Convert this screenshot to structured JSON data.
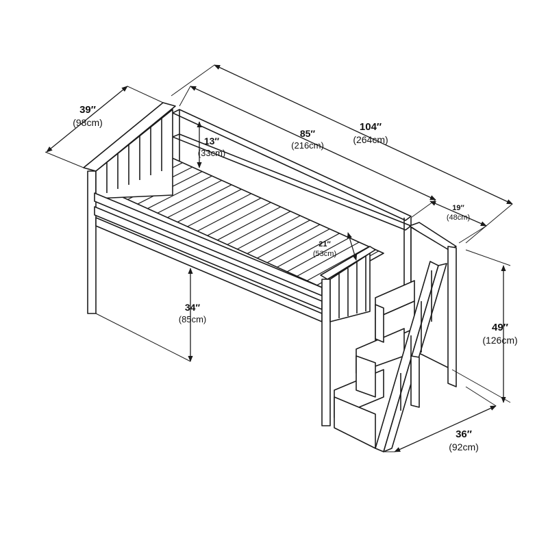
{
  "dimensions": {
    "width": {
      "imperial": "39″",
      "metric": "(98cm)"
    },
    "guard_height": {
      "imperial": "13″",
      "metric": "(33cm)"
    },
    "mattress_len": {
      "imperial": "85″",
      "metric": "(216cm)"
    },
    "total_len": {
      "imperial": "104″",
      "metric": "(264cm)"
    },
    "stair_width": {
      "imperial": "19″",
      "metric": "(48cm)"
    },
    "gap": {
      "imperial": "21″",
      "metric": "(53cm)"
    },
    "clearance": {
      "imperial": "34″",
      "metric": "(85cm)"
    },
    "total_height": {
      "imperial": "49″",
      "metric": "(126cm)"
    },
    "stair_depth": {
      "imperial": "36″",
      "metric": "(92cm)"
    }
  },
  "colors": {
    "line": "#1a1a1a",
    "fill": "#ffffff",
    "shade": "#f2f2f2"
  }
}
